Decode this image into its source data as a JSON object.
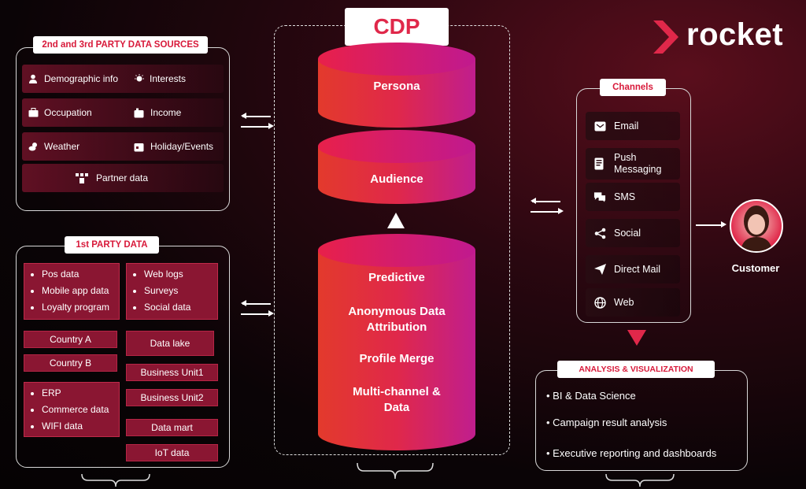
{
  "brand": {
    "name": "rocket"
  },
  "cdp": {
    "title": "CDP",
    "cylinders": [
      "Persona",
      "Audience"
    ],
    "core_items": [
      "Predictive",
      "Anonymous Data Attribution",
      "Profile Merge",
      "Multi-channel & Data"
    ]
  },
  "third_party": {
    "title": "2nd and 3rd PARTY DATA SOURCES",
    "items": [
      {
        "label": "Demographic info",
        "icon": "person-icon"
      },
      {
        "label": "Interests",
        "icon": "lightbulb-icon"
      },
      {
        "label": "Occupation",
        "icon": "briefcase-icon"
      },
      {
        "label": "Income",
        "icon": "wallet-icon"
      },
      {
        "label": "Weather",
        "icon": "weather-icon"
      },
      {
        "label": "Holiday/Events",
        "icon": "calendar-icon"
      },
      {
        "label": "Partner data",
        "icon": "partner-icon"
      }
    ]
  },
  "first_party": {
    "title": "1st PARTY DATA",
    "group1": [
      "Pos data",
      "Mobile app data",
      "Loyalty program"
    ],
    "group2": [
      "Web logs",
      "Surveys",
      "Social data"
    ],
    "countries": [
      "Country A",
      "Country B"
    ],
    "group3": [
      "ERP",
      "Commerce data",
      "WIFI data"
    ],
    "stores": [
      "Data lake",
      "Business Unit1",
      "Business Unit2",
      "Data mart",
      "IoT data"
    ]
  },
  "channels": {
    "title": "Channels",
    "items": [
      {
        "label": "Email",
        "icon": "email-icon"
      },
      {
        "label": "Push Messaging",
        "icon": "push-icon"
      },
      {
        "label": "SMS",
        "icon": "sms-icon"
      },
      {
        "label": "Social",
        "icon": "share-icon"
      },
      {
        "label": "Direct Mail",
        "icon": "send-icon"
      },
      {
        "label": "Web",
        "icon": "globe-icon"
      }
    ]
  },
  "customer": {
    "label": "Customer"
  },
  "analysis": {
    "title": "ANALYSIS & VISUALIZATION",
    "items": [
      "BI & Data Science",
      "Campaign result analysis",
      "Executive reporting and dashboards"
    ]
  },
  "colors": {
    "accent": "#e0284a",
    "magenta": "#c0198f",
    "dark": "#0a0406"
  }
}
